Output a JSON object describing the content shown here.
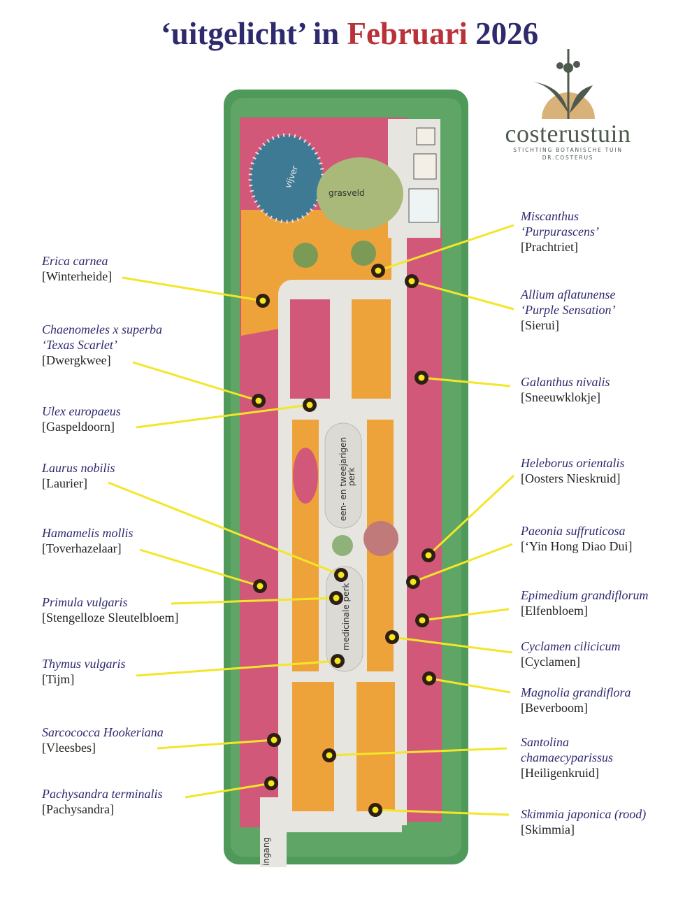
{
  "title": {
    "part1": "‘uitgelicht’ in ",
    "month": "Februari",
    "year": " 2026",
    "colors": {
      "main": "#2e2a6e",
      "month": "#b8323a"
    }
  },
  "logo": {
    "name": "costerustuin",
    "line1": "STICHTING BOTANISCHE TUIN",
    "line2": "DR.COSTERUS"
  },
  "map_labels": {
    "pond": "vijver",
    "lawn": "grasveld",
    "annual_bed": "een- en tweejarigen",
    "annual_bed2": "perk",
    "medicinal_bed": "medicinale perk",
    "entrance": "ingang"
  },
  "colors": {
    "hedge": "#4f9a5a",
    "pink_bed": "#d2587a",
    "orange_bed": "#eea23a",
    "path": "#e7e5df",
    "pond": "#3f7a94",
    "lawn": "#a9b97a",
    "marker": "#2e1f14",
    "marker_center": "#f6e61c",
    "leader_line": "#f3e62a"
  },
  "plants_left": [
    {
      "scientific": "Erica carnea",
      "common": "[Winterheide]"
    },
    {
      "scientific": "Chaenomeles x superba",
      "scientific2": "‘Texas Scarlet’",
      "common": "[Dwergkwee]"
    },
    {
      "scientific": "Ulex europaeus",
      "common": "[Gaspeldoorn]"
    },
    {
      "scientific": "Laurus nobilis",
      "common": "[Laurier]"
    },
    {
      "scientific": "Hamamelis mollis",
      "common": "[Toverhazelaar]"
    },
    {
      "scientific": "Primula vulgaris",
      "common": "[Stengelloze Sleutelbloem]"
    },
    {
      "scientific": "Thymus vulgaris",
      "common": "[Tijm]"
    },
    {
      "scientific": "Sarcococca Hookeriana",
      "common": "[Vleesbes]"
    },
    {
      "scientific": "Pachysandra terminalis",
      "common": "[Pachysandra]"
    }
  ],
  "plants_right": [
    {
      "scientific": "Miscanthus",
      "scientific2": "‘Purpurascens’",
      "common": "[Prachtriet]"
    },
    {
      "scientific": "Allium aflatunense",
      "scientific2": "‘Purple Sensation’",
      "common": "[Sierui]"
    },
    {
      "scientific": "Galanthus nivalis",
      "common": "[Sneeuwklokje]"
    },
    {
      "scientific": "Heleborus orientalis",
      "common": "[Oosters Nieskruid]"
    },
    {
      "scientific": "Paeonia suffruticosa",
      "common": "[‘Yin Hong Diao Dui]"
    },
    {
      "scientific": "Epimedium grandiflorum",
      "common": "[Elfenbloem]"
    },
    {
      "scientific": "Cyclamen cilicicum",
      "common": "[Cyclamen]"
    },
    {
      "scientific": "Magnolia grandiflora",
      "common": "[Beverboom]"
    },
    {
      "scientific": "Santolina",
      "scientific2": "chamaecyparissus",
      "common": "[Heiligenkruid]"
    },
    {
      "scientific": "Skimmia japonica (rood)",
      "common": "[Skimmia]"
    }
  ]
}
